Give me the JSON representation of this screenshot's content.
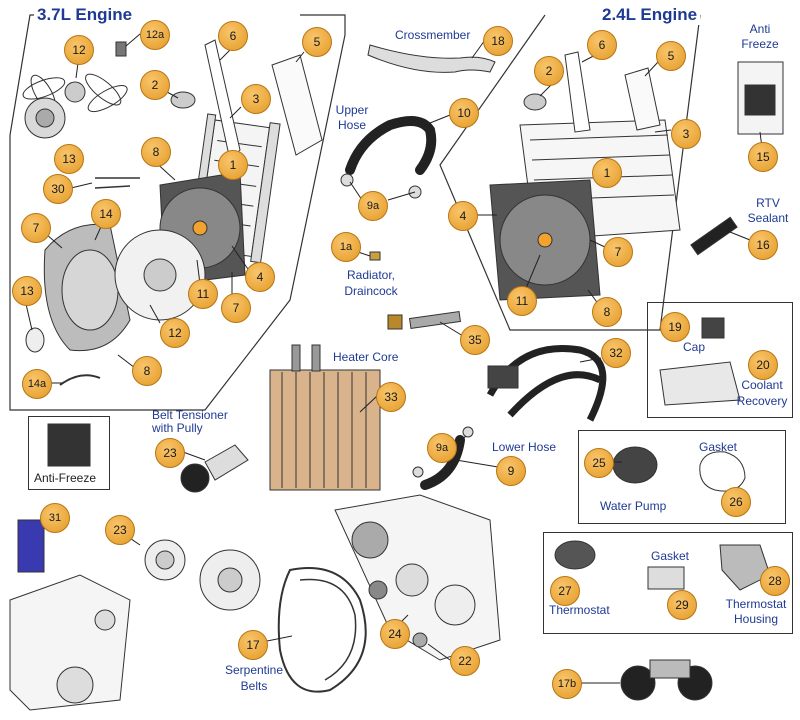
{
  "sections": {
    "engine_37": "3.7L Engine",
    "engine_24": "2.4L Engine"
  },
  "labels": {
    "crossmember": "Crossmember",
    "upper_hose_1": "Upper",
    "upper_hose_2": "Hose",
    "radiator_1": "Radiator,",
    "radiator_2": "Draincock",
    "heater_core": "Heater Core",
    "belt_tensioner_1": "Belt Tensioner",
    "belt_tensioner_2": "with Pully",
    "anti_freeze_box": "Anti-Freeze",
    "anti_freeze_1": "Anti",
    "anti_freeze_2": "Freeze",
    "rtv_1": "RTV",
    "rtv_2": "Sealant",
    "cap": "Cap",
    "coolant_1": "Coolant",
    "coolant_2": "Recovery",
    "lower_hose": "Lower Hose",
    "gasket_pump": "Gasket",
    "water_pump": "Water Pump",
    "gasket_thermo": "Gasket",
    "thermostat": "Thermostat",
    "thermo_housing_1": "Thermostat",
    "thermo_housing_2": "Housing",
    "serpentine_1": "Serpentine",
    "serpentine_2": "Belts"
  },
  "callouts": [
    "12a",
    "12",
    "6",
    "5",
    "2",
    "3",
    "1",
    "8",
    "13",
    "30",
    "14",
    "7",
    "7",
    "4",
    "11",
    "12",
    "13",
    "14a",
    "8",
    "18",
    "10",
    "9a",
    "1a",
    "35",
    "6",
    "5",
    "2",
    "3",
    "1",
    "4",
    "7",
    "11",
    "8",
    "15",
    "16",
    "19",
    "20",
    "32",
    "33",
    "23",
    "9a",
    "9",
    "25",
    "26",
    "31",
    "23",
    "27",
    "29",
    "28",
    "17",
    "24",
    "22",
    "17b"
  ]
}
